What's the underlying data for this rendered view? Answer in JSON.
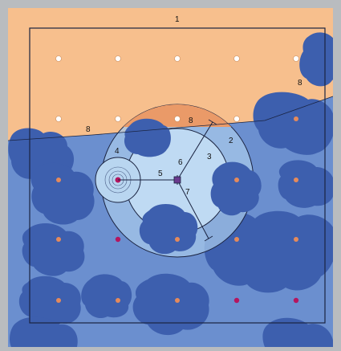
{
  "labels": {
    "l1": "1",
    "l2": "2",
    "l3": "3",
    "l4": "4",
    "l5": "5",
    "l6": "6",
    "l7": "7",
    "l8a": "8",
    "l8b": "8",
    "l8c": "8"
  },
  "colors": {
    "backdrop": "#b9bcbf",
    "upper_zone": "#f7bf8d",
    "lower_zone": "#6b8fcf",
    "canopy": "#3d5fae",
    "large_circle": "#a6c7ea",
    "inner_circle": "#c9e2f6",
    "small_circle": "#b9d6f0",
    "orange_cap": "#ea9a68",
    "white_point": "#ffffff",
    "orange_point": "#e58a5c",
    "magenta_point": "#b4165f",
    "center_marker": "#6a3a8e",
    "outline": "#1a2340"
  },
  "point_legend_icons": [
    "white-dot",
    "orange-dot",
    "magenta-dot",
    "square-marker",
    "concentric-target"
  ]
}
